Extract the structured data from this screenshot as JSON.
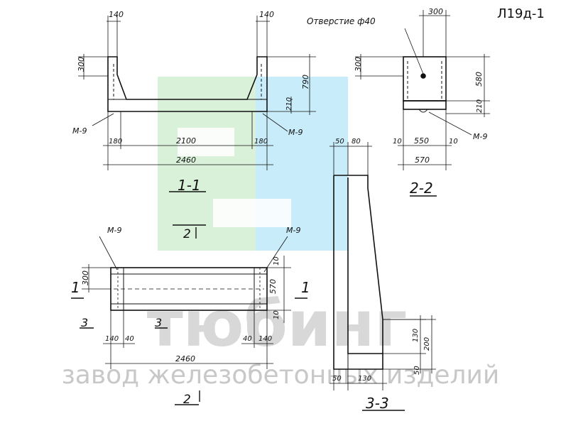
{
  "sheet_code": "Л19д-1",
  "watermark": {
    "company": "тюбинг",
    "subtitle": "завод железобетонных изделий",
    "colors": {
      "green": "#d9f0d9",
      "blue": "#c8ecfa"
    }
  },
  "section_1_1": {
    "title": "1-1",
    "top_left_dim": "140",
    "top_right_dim": "140",
    "left_height": "300",
    "right_height": "790",
    "slab_thickness": "210",
    "left_mark": "М-9",
    "right_mark": "М-9",
    "dim_left": "180",
    "dim_center": "2100",
    "dim_right": "180",
    "total_length": "2460",
    "ref_mark": "2"
  },
  "section_2_2": {
    "title": "2-2",
    "hole_label": "Отверстие ф40",
    "top_width": "300",
    "left_height": "300",
    "right_height": "580",
    "bottom_height": "210",
    "mark": "М-9",
    "dim_left": "10",
    "dim_center": "550",
    "dim_right": "10",
    "total_width": "570"
  },
  "plan": {
    "left_mark": "М-9",
    "right_mark": "М-9",
    "left_height": "300",
    "right_height": "570",
    "right_top_dim": "10",
    "right_bottom_dim": "10",
    "cut_left": "1",
    "cut_right": "1",
    "cut_3_left": "3",
    "cut_3_right": "3",
    "dims_bottom_left": [
      "140",
      "40"
    ],
    "dims_bottom_right": [
      "40",
      "140"
    ],
    "total_length": "2460",
    "ref_mark": "2"
  },
  "section_3_3": {
    "title": "3-3",
    "top_left": "50",
    "top_right": "80",
    "right_upper": "130",
    "right_total": "200",
    "right_lower": "50",
    "bottom_left": "50",
    "bottom_center": "130"
  }
}
